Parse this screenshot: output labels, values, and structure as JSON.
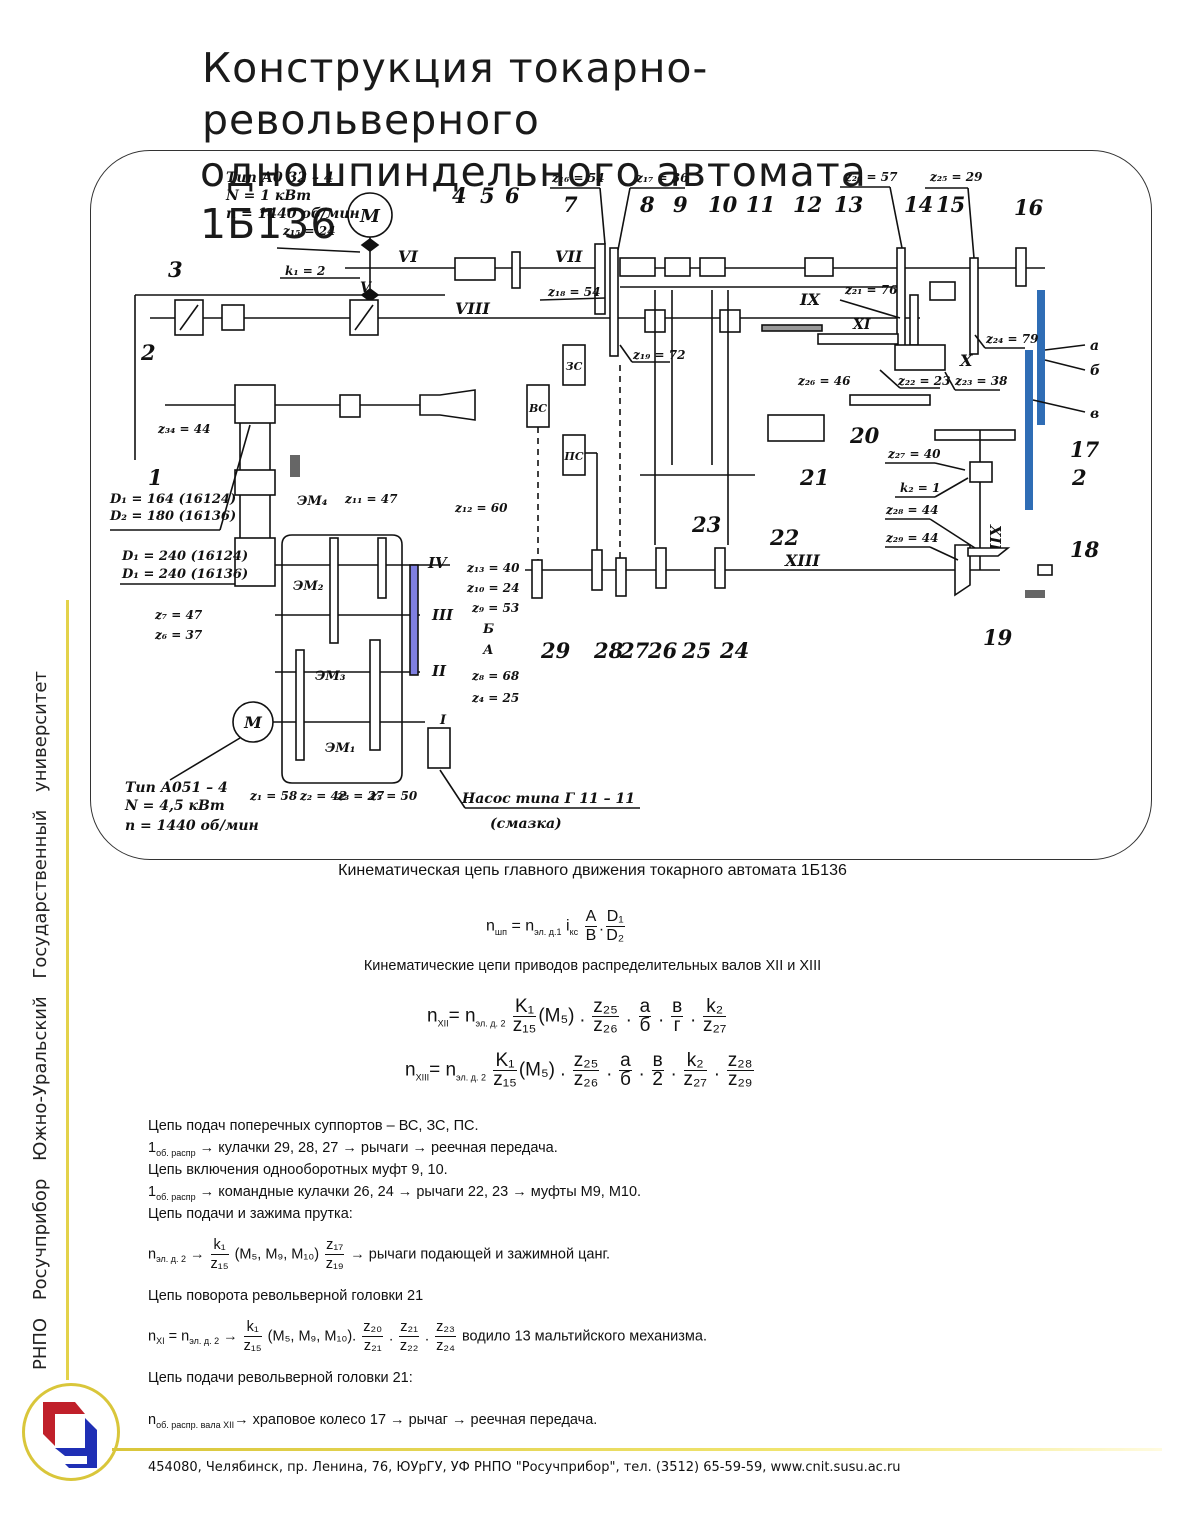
{
  "title": {
    "line1": "Конструкция токарно-револьверного",
    "line2": "одношпиндельного автомата 1Б136"
  },
  "diagram": {
    "motor_top": {
      "symbol": "M",
      "type": "Тип А0 32 – 4",
      "power": "N = 1 кВт",
      "speed": "n = 1440 об/мин"
    },
    "motor_bottom": {
      "symbol": "M",
      "type": "Тип А051 – 4",
      "power": "N = 4,5 кВт",
      "speed": "n = 1440 об/мин"
    },
    "pump": {
      "label": "Насос типа Г 11 – 11",
      "note": "(смазка)",
      "ref": "1"
    },
    "shaft_labels": [
      "I",
      "II",
      "III",
      "IV",
      "V",
      "VI",
      "VII",
      "VIII",
      "IX",
      "X",
      "XI",
      "XII",
      "XIII"
    ],
    "part_numbers": [
      "1",
      "2",
      "3",
      "4",
      "5",
      "6",
      "7",
      "8",
      "9",
      "10",
      "11",
      "12",
      "13",
      "14",
      "15",
      "16",
      "17",
      "18",
      "19",
      "20",
      "21",
      "22",
      "23",
      "24",
      "25",
      "26",
      "27",
      "28",
      "29"
    ],
    "gear_labels": {
      "z15": "z₁₅ = 24",
      "k1": "k₁ = 2",
      "z16": "z₁₆ = 54",
      "z17": "z₁₇ = 36",
      "z18": "z₁₈ = 54",
      "z19": "z₁₉ = 72",
      "z20": "z₂₀ = 57",
      "z21": "z₂₁ = 76",
      "z22": "z₂₂ = 23",
      "z23": "z₂₃ = 38",
      "z24": "z₂₄ = 79",
      "z25": "z₂₅ = 29",
      "z26": "z₂₆ = 46",
      "z27": "z₂₇ = 40",
      "k2": "k₂ = 1",
      "z28": "z₂₈ = 44",
      "z29": "z₂₉ = 44",
      "z34": "z₃₄ = 44",
      "z11": "z₁₁ = 47",
      "z12": "z₁₂ = 60",
      "z13": "z₁₃ = 40",
      "z10": "z₁₀ = 24",
      "z9": "z₉ = 53",
      "z8": "z₈ = 68",
      "z4": "z₄ = 25",
      "z7": "z₇ = 47",
      "z6": "z₆ = 37",
      "z1": "z₁ = 58",
      "z2": "z₂ = 42",
      "z3": "z₃ = 27",
      "z5": "z₅ = 50",
      "B_label": "Б",
      "A_label": "А"
    },
    "pulleys": {
      "d1_top": "D₁ = 164 (16124)",
      "d2_top": "D₂ = 180 (16136)",
      "d1_bot": "D₁ = 240 (16124)",
      "d2_bot": "D₁ = 240 (16136)"
    },
    "clutches": [
      "ЭМ₁",
      "ЭМ₂",
      "ЭМ₃",
      "ЭМ₄"
    ],
    "supports": [
      "ВС",
      "ЗС",
      "ПС"
    ],
    "change_gears": [
      "а",
      "б",
      "в",
      "2"
    ],
    "colors": {
      "change_gear_blue": "#2f6db5",
      "gearbox_violet": "#7f7fe0",
      "accent_yellow": "#d9c63a",
      "logo_red": "#c0202a",
      "logo_blue": "#1f2fb5"
    }
  },
  "captions": {
    "main_chain": "Кинематическая цепь главного движения токарного автомата 1Б136",
    "distributor_chains": "Кинематические цепи приводов распределительных валов XII и XIII"
  },
  "formulas": {
    "f1": {
      "lhs": "n",
      "lhs_sub": "шп",
      "eq": " = n",
      "eq_sub": "эл. д.1",
      "i": "i",
      "i_sub": "кс",
      "frac1_n": "А",
      "frac1_d": "В",
      "frac2_n": "D₁",
      "frac2_d": "D₂"
    },
    "f2": {
      "lhs": "n",
      "lhs_sub": "XII",
      "eq": "= n",
      "eq_sub": "эл. д. 2",
      "k1n": "K₁",
      "k1d": "z₁₅",
      "m": "(M₅)",
      "f_a_n": "z₂₅",
      "f_a_d": "z₂₆",
      "f_b_n": "а",
      "f_b_d": "б",
      "f_c_n": "в",
      "f_c_d": "г",
      "f_d_n": "k₂",
      "f_d_d": "z₂₇"
    },
    "f3": {
      "lhs": "n",
      "lhs_sub": "XIII",
      "eq": "= n",
      "eq_sub": "эл. д. 2",
      "k1n": "K₁",
      "k1d": "z₁₅",
      "m": "(M₅)",
      "f_a_n": "z₂₅",
      "f_a_d": "z₂₆",
      "f_b_n": "а",
      "f_b_d": "б",
      "f_c_n": "в",
      "f_c_d": "2",
      "f_d_n": "k₂",
      "f_d_d": "z₂₇",
      "f_e_n": "z₂₈",
      "f_e_d": "z₂₉"
    }
  },
  "text_blocks": {
    "t1": "Цепь подач поперечных суппортов – ВС, ЗС, ПС.",
    "t2_pre": "1",
    "t2_sub": "об. распр",
    "t2": " → кулачки 29, 28, 27 → рычаги → реечная передача.",
    "t3": "Цепь включения однооборотных муфт 9, 10.",
    "t4_pre": "1",
    "t4_sub": "об. распр",
    "t4": " → командные кулачки 26, 24 → рычаги 22, 23 → муфты М9, М10.",
    "t5": "Цепь подачи и зажима прутка:",
    "f4": {
      "lhs": "n",
      "lhs_sub": "эл. д. 2",
      "arrow": "→",
      "kn": "k₁",
      "kd": "z₁₅",
      "m": "(M₅, M₉, M₁₀)",
      "zn": "z₁₇",
      "zd": "z₁₉",
      "tail": "→ рычаги подающей и зажимной цанг."
    },
    "t6": "Цепь поворота револьверной головки 21",
    "f5": {
      "lhs": "n",
      "lhs_sub": "XI",
      "eq": " = n",
      "eq_sub": "эл. д. 2",
      "arrow": "→",
      "kn": "k₁",
      "kd": "z₁₅",
      "m": "(M₅, M₉, M₁₀).",
      "a_n": "z₂₀",
      "a_d": "z₂₁",
      "b_n": "z₂₁",
      "b_d": "z₂₂",
      "c_n": "z₂₃",
      "c_d": "z₂₄",
      "tail": "водило 13 мальтийского механизма."
    },
    "t7": "Цепь подачи револьверной головки 21:",
    "f6": {
      "lhs": "n",
      "lhs_sub": "об. распр. вала XII",
      "tail": "→ храповое колесо 17 → рычаг → реечная передача."
    }
  },
  "sidebar": {
    "text": "РНПО Росучприбор    Южно-Уральский Государственный университет"
  },
  "footer": {
    "address": "454080, Челябинск, пр. Ленина, 76, ЮУрГУ, УФ РНПО \"Росучприбор\", тел. (3512) 65-59-59, www.cnit.susu.ac.ru"
  }
}
